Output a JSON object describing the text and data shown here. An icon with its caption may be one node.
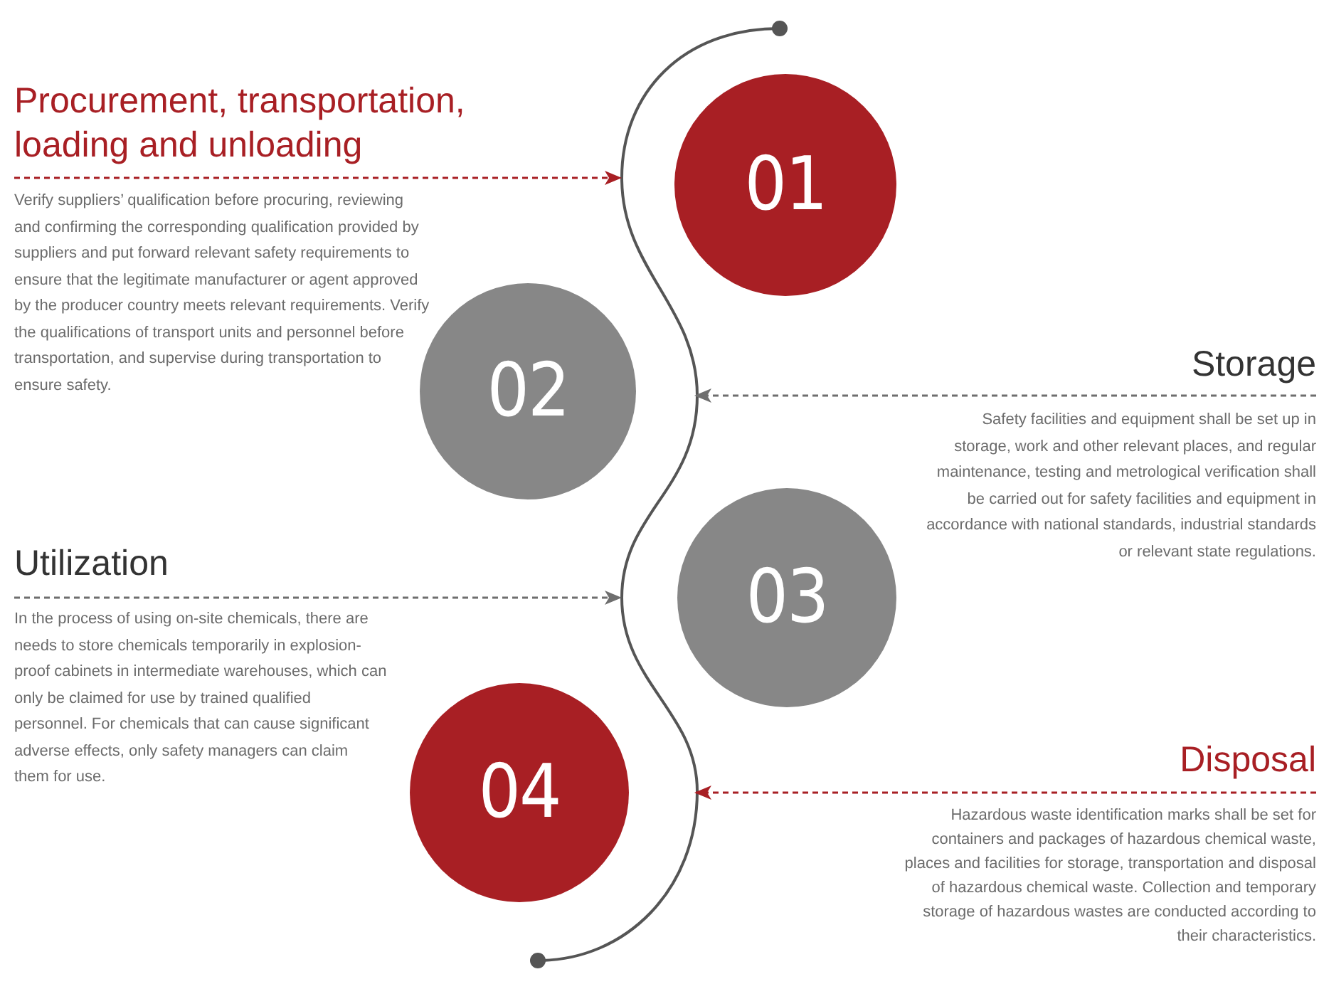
{
  "diagram": {
    "nodes": [
      {
        "text": [
          "Procurement, transportation, loading and unloading",
          "Verify suppliers’ qualification before procuring, reviewing and confirming the corresponding qualification provided by suppliers and put forward relevant safety requirements to ensure that the legitimate manufacturer or agent approved by the producer country meets relevant requirements. Verify the qualifications of transport units and personnel before transportation, and supervise during transportation to ensure safety."
        ]
      },
      {
        "text": [
          "01"
        ]
      },
      {
        "text": [
          "02"
        ]
      },
      {
        "text": [
          "Storage",
          "Safety facilities and equipment shall be set up in storage, work and other relevant places, and regular maintenance, testing and metrological verification shall be carried out for safety facilities and equipment in accordance with national standards, industrial standards or relevant state regulations."
        ]
      },
      {
        "text": [
          "Utilization",
          "In the process of using on-site chemicals, there are needs to store chemicals temporarily in explosion-proof cabinets in intermediate warehouses, which can only be claimed for use by trained qualified personnel. For chemicals that can cause significant adverse effects, only safety managers can claim them for use."
        ]
      },
      {
        "text": [
          "03"
        ]
      },
      {
        "text": [
          "04"
        ]
      },
      {
        "text": [
          "Disposal",
          "Hazardous waste identification marks shall be set for containers and packages of hazardous chemical waste, places and facilities for storage, transportation and disposal of hazardous chemical waste. Collection and temporary storage of hazardous wastes are conducted according to their characteristics."
        ]
      },
      {
        "text": [],
        "shape": "line"
      }
    ],
    "edges": [
      {
        "from": 0,
        "to": 8,
        "arrow": "to",
        "style": "dashed",
        "color": "#a81f24"
      },
      {
        "from": 3,
        "to": 8,
        "arrow": "to",
        "style": "dashed",
        "color": "#6e6e6e"
      },
      {
        "from": 4,
        "to": 8,
        "arrow": "to",
        "style": "dashed",
        "color": "#6e6e6e"
      },
      {
        "from": 7,
        "to": 8,
        "arrow": "to",
        "style": "dashed",
        "color": "#a81f24"
      }
    ]
  }
}
